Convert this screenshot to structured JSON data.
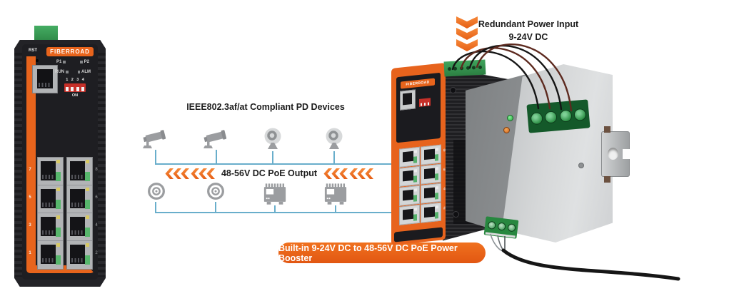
{
  "colors": {
    "accent_orange": "#E8641C",
    "chevron_orange": "#F0741F",
    "line_blue": "#69AECB",
    "icon_gray": "#9B9DA0",
    "terminal_green": "#3FA45C",
    "dip_red": "#C63029"
  },
  "left_switch": {
    "brand": "FIBERROAD",
    "rst": "RST",
    "leds": {
      "p1": "P1",
      "p2": "P2",
      "run": "RUN",
      "alm": "ALM"
    },
    "dip": {
      "numbers": [
        "1",
        "2",
        "3",
        "4"
      ],
      "on": "ON"
    },
    "ports_left": [
      "7",
      "5",
      "3",
      "1"
    ],
    "ports_right": [
      "8",
      "6",
      "4",
      "2"
    ]
  },
  "diagram": {
    "pd_title": "IEEE802.3af/at Compliant PD Devices",
    "poe_label": "48-56V DC PoE Output",
    "top_devices": [
      "cctv-camera",
      "cctv-camera",
      "webcam",
      "webcam"
    ],
    "bottom_devices": [
      "dome-camera",
      "dome-camera",
      "plc-controller",
      "plc-controller"
    ]
  },
  "annotations": {
    "power_input_line1": "Redundant Power Input",
    "power_input_line2": "9-24V DC",
    "booster_badge": "Built-in 9-24V DC to 48-56V DC PoE Power Booster"
  },
  "right_switch": {
    "brand": "FIBERROAD",
    "ports_right": [
      "8",
      "6",
      "4",
      "2"
    ]
  }
}
